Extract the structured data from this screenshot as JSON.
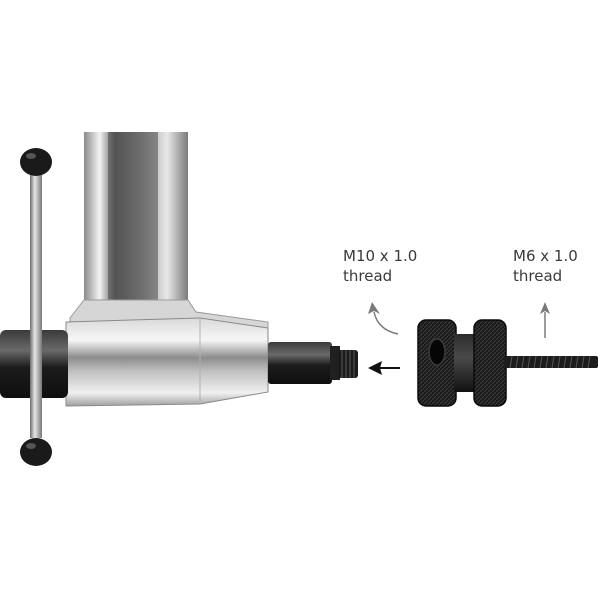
{
  "labels": {
    "m10": {
      "line1": "M10 x 1.0",
      "line2": "thread"
    },
    "m6": {
      "line1": "M6 x 1.0",
      "line2": "thread"
    }
  },
  "colors": {
    "chrome_light": "#f2f2f2",
    "chrome_mid": "#bdbdbd",
    "chrome_dark": "#5a5a5a",
    "black_part": "#1e1e1e",
    "arrow_gray": "#7a7a7a",
    "arrow_black": "#111111",
    "text": "#3a3a3a"
  }
}
